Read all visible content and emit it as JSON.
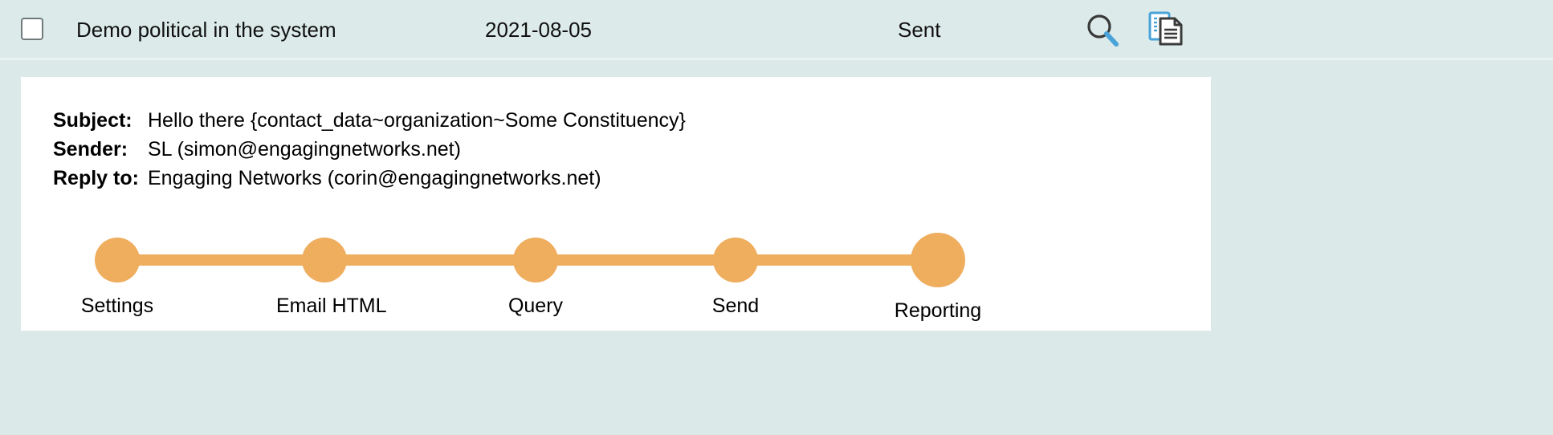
{
  "summary_row": {
    "checkbox_checked": false,
    "name": "Demo political in the system",
    "date": "2021-08-05",
    "status": "Sent",
    "search_icon": "search-icon",
    "copy_icon": "copy-document-icon"
  },
  "detail": {
    "fields": [
      {
        "label": "Subject:",
        "value": "Hello there {contact_data~organization~Some Constituency}"
      },
      {
        "label": "Sender:",
        "value": "SL (simon@engagingnetworks.net)"
      },
      {
        "label": "Reply to:",
        "value": "Engaging Networks (corin@engagingnetworks.net)"
      }
    ]
  },
  "steps": {
    "accent_color": "#efad5e",
    "items": [
      {
        "label": "Settings",
        "active": false
      },
      {
        "label": "Email HTML",
        "active": false
      },
      {
        "label": "Query",
        "active": false
      },
      {
        "label": "Send",
        "active": false
      },
      {
        "label": "Reporting",
        "active": true
      }
    ]
  },
  "colors": {
    "page_background": "#dbeae8",
    "row_background": "#dcebe9",
    "card_background": "#ffffff",
    "accent_orange": "#efad5e",
    "icon_blue": "#4aa3d8",
    "icon_dark": "#3a3a3a",
    "text": "#000000"
  }
}
